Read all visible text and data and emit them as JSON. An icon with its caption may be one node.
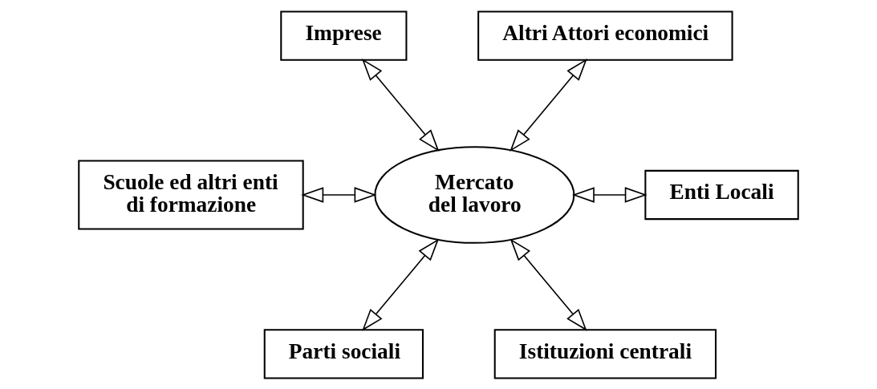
{
  "diagram": {
    "nodes": [
      {
        "text": [
          "Mercato del lavoro"
        ]
      },
      {
        "text": [
          "Imprese"
        ]
      },
      {
        "text": [
          "Altri Attori economici"
        ]
      },
      {
        "text": [
          "Scuole ed altri enti di formazione"
        ]
      },
      {
        "text": [
          "Enti Locali"
        ]
      },
      {
        "text": [
          "Parti sociali"
        ]
      },
      {
        "text": [
          "Istituzioni centrali"
        ]
      }
    ],
    "edges": [
      {
        "from": 0,
        "to": 1,
        "arrow": "both"
      },
      {
        "from": 0,
        "to": 2,
        "arrow": "both"
      },
      {
        "from": 0,
        "to": 3,
        "arrow": "both"
      },
      {
        "from": 0,
        "to": 4,
        "arrow": "both"
      },
      {
        "from": 0,
        "to": 5,
        "arrow": "both"
      },
      {
        "from": 0,
        "to": 6,
        "arrow": "both"
      }
    ]
  }
}
